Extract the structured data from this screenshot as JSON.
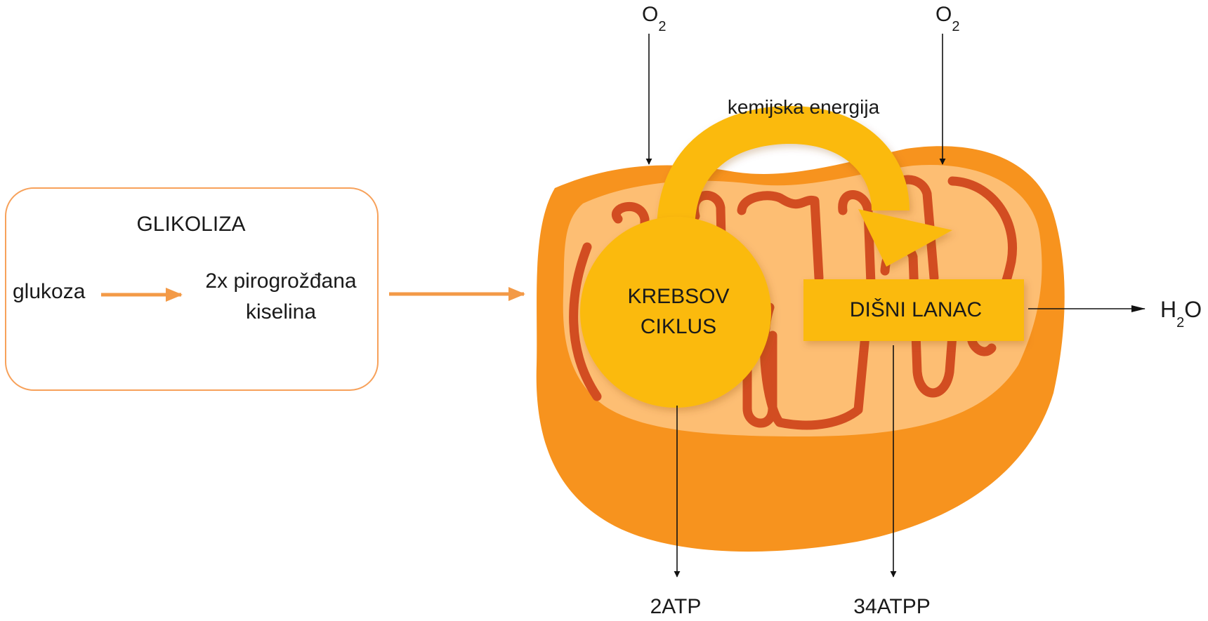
{
  "glycolysis": {
    "title": "GLIKOLIZA",
    "input": "glukoza",
    "product_line1": "2x pirogrožđana",
    "product_line2": "kiselina"
  },
  "energy_label": "kemijska energija",
  "oxygen": {
    "symbol": "O",
    "subscript": "2"
  },
  "krebs": {
    "line1": "KREBSOV",
    "line2": "CIKLUS",
    "atp": "2ATP"
  },
  "respiratory_chain": {
    "label": "DIŠNI LANAC",
    "atp": "34ATPP"
  },
  "water": {
    "h": "H",
    "subscript": "2",
    "o": "O"
  },
  "colors": {
    "outer_membrane": "#F7931E",
    "matrix": "#FDBE73",
    "cristae": "#D24D21",
    "accent_yellow": "#FBBA10",
    "box_border": "#F7A15A",
    "arrow_orange": "#F39A47"
  }
}
